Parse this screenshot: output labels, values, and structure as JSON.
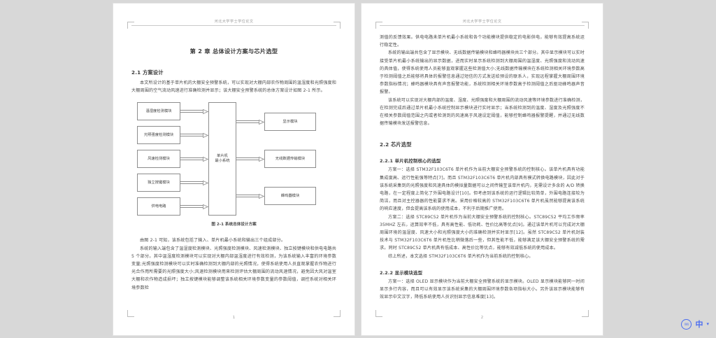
{
  "viewer": {
    "background_color": "#d8d8d8",
    "page_background_color": "#ffffff"
  },
  "pages": [
    {
      "id": "page-1",
      "header": "河北大学学士学位论文",
      "page_number": "1",
      "chapter_title": "第 2 章  总体设计方案与芯片选型",
      "sections": [
        {
          "type": "section_heading",
          "text": "2.1  方案设计"
        },
        {
          "type": "paragraph",
          "text": "本文所设计的基于单片机的大棚安全预警系统，可以实现对大棚内部农作物周围的温湿度和光照强度和大棚周围的空气流动风速进行准确检测并显示；该大棚安全预警系统的总体方案设计如图 2-1 所示。"
        }
      ],
      "figure": {
        "caption": "图 2-1  系统总体设计方案",
        "inputs": [
          "温湿度检测模块",
          "光照强度检测模块",
          "风速检测模块",
          "独立按键模块",
          "供电电路"
        ],
        "core": "单片机\n最小系统",
        "core_line1": "单片机",
        "core_line2": "最小系统",
        "outputs": [
          "显示模块",
          "无线数据传输模块",
          "蜂鸣器模块"
        ]
      },
      "after_figure": [
        {
          "type": "paragraph",
          "text": "由图 2-1 可知，该系统包括了输入、单片机最小系统和输出三个组成部分。"
        },
        {
          "type": "paragraph",
          "text": "系统的输入端包含了温湿度检测模块、光照强度检测模块、风速检测模块、独立按键模块和供电电路共 5 个部分。其中温湿度检测模块可以实现对大棚内部温湿度进行有效检测，为该系统输入丰富的环境参数变量;光照强度检测模块可以实时准确检测到大棚内部的光照情况，使得系统使用人员直观掌握农作物进行光合作用所需要的光照强度大小;风速检测模块用来检测评估大棚周围的流动风速情况，避免因大风对温室大棚和农作物造成损坏；独立按键模块能够调整该系统相关环境参数变量的参数阈值，调控系统对相关环境参数检"
        }
      ]
    },
    {
      "id": "page-2",
      "header": "河北大学学士学位论文",
      "page_number": "2",
      "sections": [
        {
          "type": "paragraph",
          "noindent": true,
          "text": "测值的反馈效果。供电电路未单片机最小系统和各个功能模块提供稳定的电影供电，能够有效提高系统运行稳定性。"
        },
        {
          "type": "paragraph",
          "text": "系统的输出端共包含了显示模块、无线数据传输模块和蜂鸣器模块共三个部分。其中显示模块可以实时接受单片机最小系统输出的显示数据，进而实时显示系统检测到大棚周围的温湿度、光照强度和流动风速的具体值，使得系统使用人员能够直观掌握这些检测值大小;无线数据传输模块在系统检测相关环境参数高于检测阈值之后能够将具体的报警信息通过短信的方式发送给预设的联系人，实现远程掌握大棚周围环境参数指标情况；蜂鸣器模块具有声音报警功能，系统检测相关环境参数高于检测阈值之后驱动蜂鸣器声音报警。"
        },
        {
          "type": "paragraph",
          "text": "该系统可以实现对大棚内部的温度、湿度、光照强度和大棚周围的流动风速等环境参数进行准确检测，在检测完成后通过单片机最小系统控制显示模块进行实时显示；当系统检测到的温度、湿度及光照强度不在相关参数阈值范围之内或者检测到的风速高于风速设定阈值，能够控制蜂鸣器报警提醒，并通过无线数据传输模块发送报警信息。"
        },
        {
          "type": "section_heading",
          "text": "2.2  芯片选型"
        },
        {
          "type": "subsection_heading",
          "text": "2.2.1  单片机控制核心的选型"
        },
        {
          "type": "paragraph",
          "text": "方案一：选择 STM32F103C6T6 单片机作为当前大棚安全预警系统的控制核心。该单片机具有功能集成度高、运行性能强等特点[7]。而且 STM32F103C6T6 单片机内部具有模式转换电路模块，因此对于该系统采集到的光照强度和风速具体的模拟量数据可以之间传输至该单片机内，无需设计多余的 A/D 转换电路，在一定程度上简化了外围电路设计[10]。但考虑到该系统的运行逻辑比较简单，外围电路连接较为简洁，而且对主控器器的性能要求不高。采用价格较高的 STM32F103C6T6 单片机虽然能够提高该系统的响应速度，但会提高该系统的使用成本，不利于后期推广使用。"
        },
        {
          "type": "paragraph",
          "text": "方案二：选择 STC89C52 单片机作为当前大棚安全预警系统的控制核心。STC89C52 平均工作频率 35MHZ 左右，运算效率不低，具有高性能、低功耗、性价比高等优点[9]。通过该单片机可以完成对大棚周围环境的温湿度、风速大小和光照强度大小的准确检测并实时显示[12]。虽然 STC89C52 单片机封装技术与 STM32F103C6T6 单片机性比稍微落后一些，但其性能不低，能够满足该大棚安全预警系统的需求。同时 STC89C52 单片机具有低成本、高性价比等优点，能够有效减低系统的使用成本。"
        },
        {
          "type": "paragraph",
          "text": "综上所述，本文选择 STM32F103C6T6 单片机作为当前系统的控制核心。"
        },
        {
          "type": "subsection_heading",
          "text": "2.2.2  显示模块选型"
        },
        {
          "type": "paragraph",
          "text": "方案一：选择 OLED 显示模块作为当前大棚安全预警系统的显示模块。OLED 显示模块能够同一时间显示多行内容，而且可以有效显示该系统采集的大棚周围环境参数各项指标大小。另外该显示模块能够有效显示中文汉字，降低系统使用人员识别显示信息难度[13]。"
        }
      ]
    }
  ],
  "ime": {
    "logo_label": "WU",
    "mode_label": "中",
    "caret": "▾"
  }
}
